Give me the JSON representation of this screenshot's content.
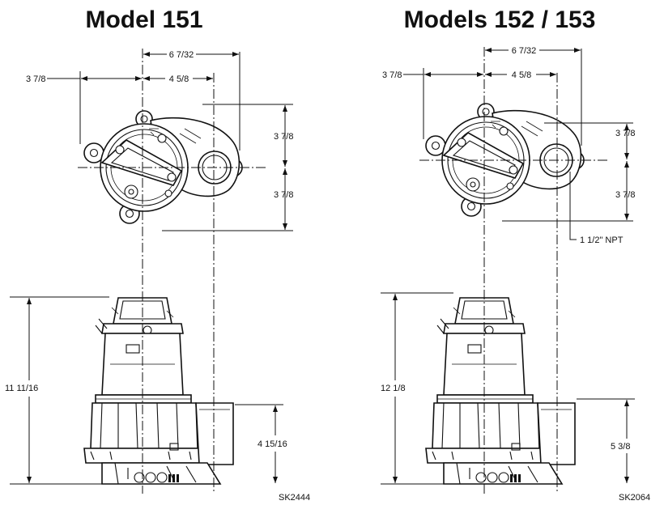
{
  "left": {
    "title": "Model 151",
    "code": "SK2444",
    "dims": {
      "overall_width": "6 7/32",
      "left_offset": "3 7/8",
      "center_offset": "4 5/8",
      "upper_half": "3 7/8",
      "lower_half": "3 7/8",
      "height": "11 11/16",
      "discharge_height": "4 15/16"
    }
  },
  "right": {
    "title": "Models 152 / 153",
    "code": "SK2064",
    "dims": {
      "overall_width": "6 7/32",
      "left_offset": "3 7/8",
      "center_offset": "4 5/8",
      "upper_half": "3 7/8",
      "lower_half": "3 7/8",
      "npt": "1 1/2\" NPT",
      "height": "12 1/8",
      "discharge_height": "5 3/8"
    }
  }
}
